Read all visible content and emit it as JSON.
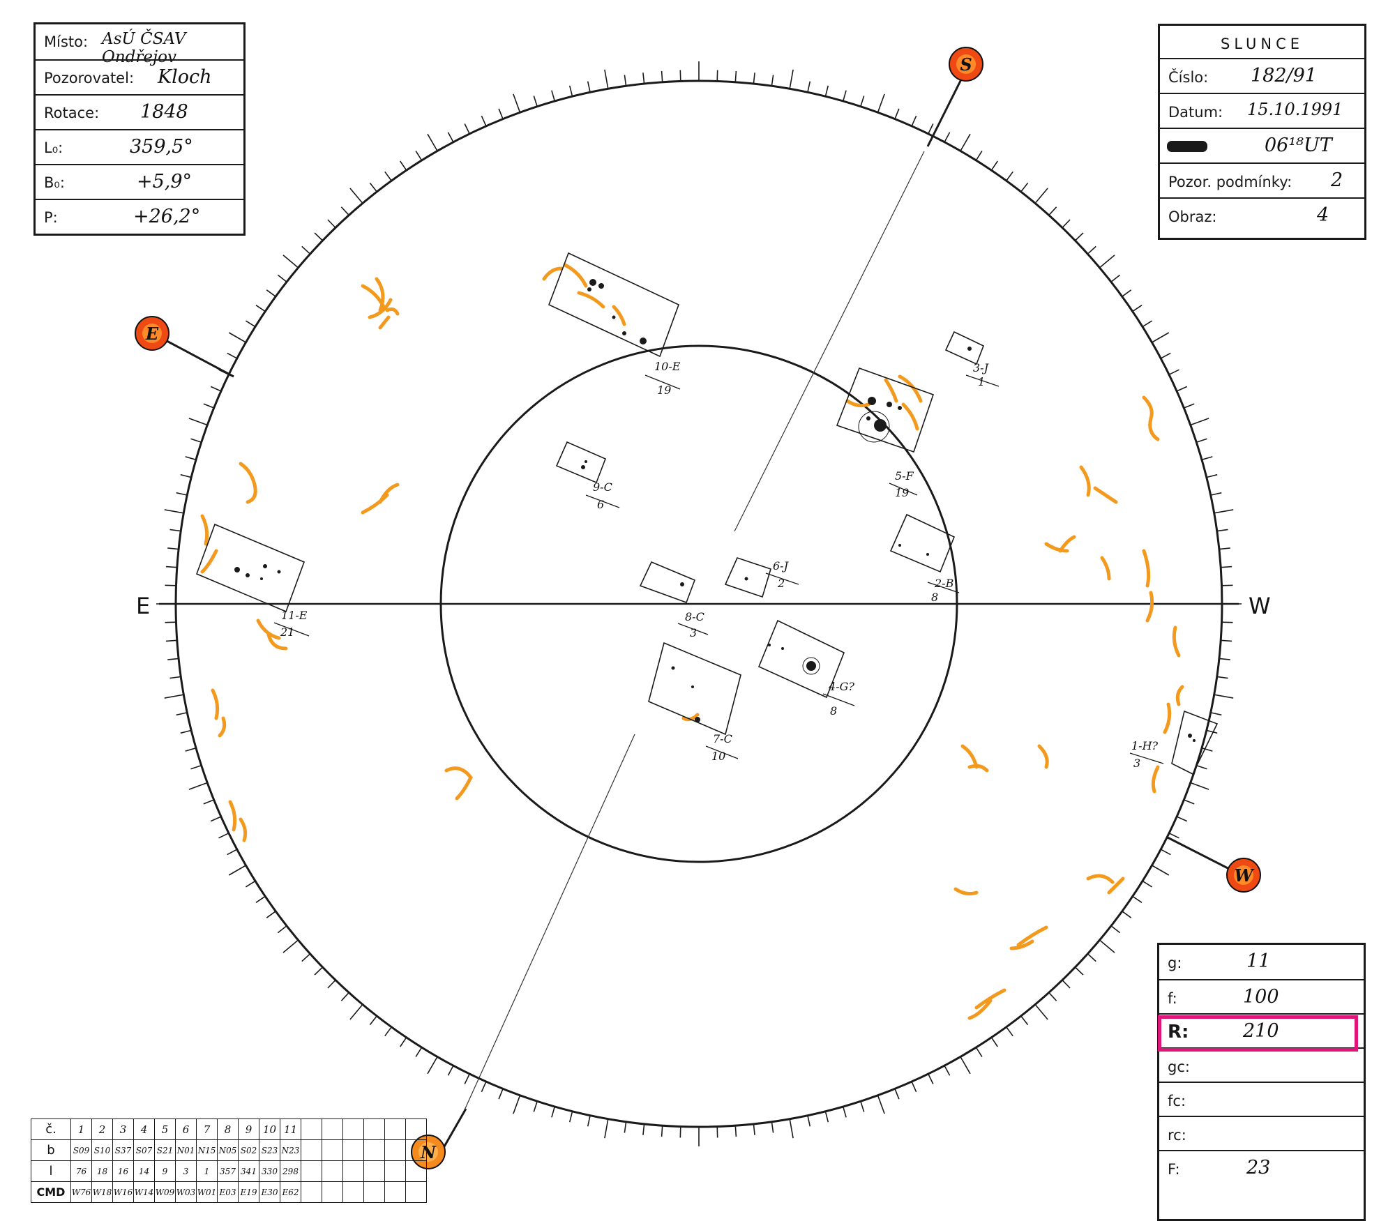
{
  "info_box": {
    "rows": [
      {
        "label": "Místo:",
        "value": "AsÚ ČSAV Ondřejov"
      },
      {
        "label": "Pozorovatel:",
        "value": "Kloch"
      },
      {
        "label": "Rotace:",
        "value": "1848"
      },
      {
        "label": "L₀:",
        "value": "359,5°"
      },
      {
        "label": "B₀:",
        "value": "+5,9°"
      },
      {
        "label": "P:",
        "value": "+26,2°"
      }
    ]
  },
  "sun_box": {
    "title": "SLUNCE",
    "rows": [
      {
        "label": "Číslo:",
        "value": "182/91"
      },
      {
        "label": "Datum:",
        "value": "15.10.1991"
      },
      {
        "label": "",
        "value": "06¹⁸UT"
      },
      {
        "label": "Pozor. podmínky:",
        "value": "2"
      },
      {
        "label": "Obraz:",
        "value": "4"
      }
    ]
  },
  "count_box": {
    "rows": [
      {
        "label": "g:",
        "value": "11"
      },
      {
        "label": "f:",
        "value": "100"
      },
      {
        "label": "R:",
        "value": "210"
      },
      {
        "label": "gc:",
        "value": ""
      },
      {
        "label": "fc:",
        "value": ""
      },
      {
        "label": "rc:",
        "value": ""
      },
      {
        "label": "F:",
        "value": "23"
      }
    ]
  },
  "compass": {
    "east_label": "E",
    "west_label": "W",
    "marker_s": "S",
    "marker_n": "N",
    "marker_e": "E",
    "marker_w": "W"
  },
  "groups": [
    {
      "label": "10-E",
      "count": "19"
    },
    {
      "label": "3-J",
      "count": "1"
    },
    {
      "label": "5-F",
      "count": "19"
    },
    {
      "label": "9-C",
      "count": "6"
    },
    {
      "label": "11-E",
      "count": "21"
    },
    {
      "label": "6-J",
      "count": "2"
    },
    {
      "label": "8-C",
      "count": "3"
    },
    {
      "label": "2-B",
      "count": "8"
    },
    {
      "label": "4-G?",
      "count": "8"
    },
    {
      "label": "7-C",
      "count": "10"
    },
    {
      "label": "1-H?",
      "count": "3"
    }
  ],
  "table": {
    "header_label": "č.",
    "numbers": [
      "1",
      "2",
      "3",
      "4",
      "5",
      "6",
      "7",
      "8",
      "9",
      "10",
      "11"
    ],
    "rows": [
      {
        "label": "b",
        "values": [
          "S09",
          "S10",
          "S37",
          "S07",
          "S21",
          "N01",
          "N15",
          "N05",
          "S02",
          "S23",
          "N23"
        ]
      },
      {
        "label": "l",
        "values": [
          "76",
          "18",
          "16",
          "14",
          "9",
          "3",
          "1",
          "357",
          "341",
          "330",
          "298"
        ]
      },
      {
        "label": "CMD",
        "values": [
          "W76",
          "W18",
          "W16",
          "W14",
          "W09",
          "W03",
          "W01",
          "E03",
          "E19",
          "E30",
          "E62"
        ]
      }
    ]
  },
  "colors": {
    "ink": "#1a1a1a",
    "facula": "#f39a1e",
    "marker_fill": "#f04a14",
    "highlight": "#e0157a"
  }
}
